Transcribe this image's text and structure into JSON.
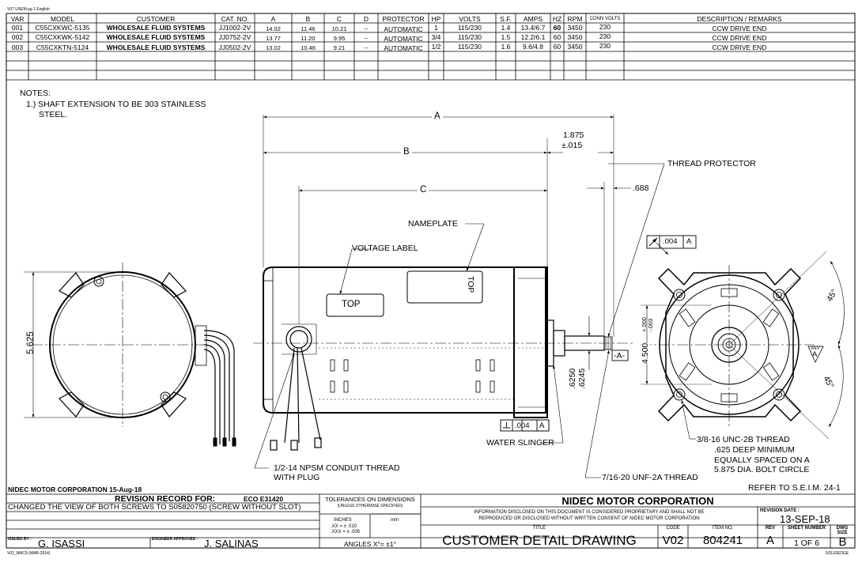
{
  "header_tag": "V07 USEM pg 1 English",
  "table": {
    "headers": [
      "VAR",
      "MODEL",
      "CUSTOMER",
      "CAT. NO.",
      "A",
      "B",
      "C",
      "D",
      "PROTECTOR",
      "HP",
      "VOLTS",
      "S.F.",
      "AMPS",
      "HZ",
      "RPM",
      "CONN VOLTS",
      "DESCRIPTION / REMARKS"
    ],
    "rows": [
      [
        "001",
        "C55CXKWC-5135",
        "WHOLESALE FLUID SYSTEMS",
        "JJ1002-2V",
        "14.02",
        "11.46",
        "10.21",
        "--",
        "AUTOMATIC",
        "1",
        "115/230",
        "1.4",
        "13.4/6.7",
        "60",
        "3450",
        "230",
        "CCW DRIVE END"
      ],
      [
        "002",
        "C55CXKWK-5142",
        "WHOLESALE FLUID SYSTEMS",
        "JJ0752-2V",
        "13.77",
        "11.20",
        "9.95",
        "--",
        "AUTOMATIC",
        "3/4",
        "115/230",
        "1.5",
        "12.2/6.1",
        "60",
        "3450",
        "230",
        "CCW DRIVE END"
      ],
      [
        "003",
        "C55CXKTN-5124",
        "WHOLESALE FLUID SYSTEMS",
        "JJ0502-2V",
        "13.02",
        "10.46",
        "9.21",
        "--",
        "AUTOMATIC",
        "1/2",
        "115/230",
        "1.6",
        "9.6/4.8",
        "60",
        "3450",
        "230",
        "CCW DRIVE END"
      ]
    ]
  },
  "notes": {
    "title": "NOTES:",
    "line1": "1.) SHAFT EXTENSION TO BE 303 STAINLESS",
    "line2": "STEEL."
  },
  "dims": {
    "A": "A",
    "B": "B",
    "C": "C",
    "shaft_len_1": "1.875",
    "shaft_len_2": "±.015",
    "d688": ".688",
    "d5625": "5.625",
    "d6250": ".6250",
    "d6245": ".6245",
    "d4500": "4.500",
    "tol_plus": "+.000",
    "tol_minus": "-.003",
    "angle1": "45°",
    "angle2": "45°",
    "datum_A": "-A-",
    "fcf1_val": ".004",
    "fcf1_ref": "A",
    "fcf2_val": ".004",
    "fcf2_ref": "A",
    "rev_tag_top": "REV",
    "rev_tag_letter": "A"
  },
  "labels": {
    "thread_protector": "THREAD PROTECTOR",
    "nameplate": "NAMEPLATE",
    "voltage_label": "VOLTAGE LABEL",
    "top1": "TOP",
    "top2": "TOP",
    "water_slinger": "WATER SLINGER",
    "conduit_1": "1/2-14 NPSM CONDUIT THREAD",
    "conduit_2": "WITH PLUG",
    "unf": "7/16-20 UNF-2A THREAD",
    "unc_1": "3/8-16 UNC-2B THREAD",
    "unc_2": ".625 DEEP MINIMUM",
    "unc_3": "EQUALLY SPACED ON A",
    "unc_4": "5.875 DIA. BOLT CIRCLE",
    "seim": "REFER TO S.E.I.M. 24-1"
  },
  "title_block": {
    "company_date": "NIDEC MOTOR CORPORATION 15-Aug-18",
    "revision_record_label": "REVISION RECORD FOR:",
    "eco": "ECO E31420",
    "revision_text": "CHANGED THE VIEW OF BOTH SCREWS TO S05820750 (SCREW WITHOUT SLOT)",
    "tolerances_title": "TOLERANCES ON DIMENSIONS",
    "tolerances_sub": "(UNLESS OTHERWISE SPECIFIED)",
    "inches": "INCHES",
    "mm": "mm",
    "tol_xx": ".XX = ± .010",
    "tol_xxx": ".XXX = ± .005",
    "angles": "ANGLES  X°= ±1°",
    "company": "NIDEC MOTOR CORPORATION",
    "disclaimer_1": "INFORMATION DISCLOSED ON THIS DOCUMENT IS CONSIDERED PROPRIETARY AND SHALL NOT BE",
    "disclaimer_2": "REPRODUCED OR DISCLOSED WITHOUT WRITTEN CONSENT OF NIDEC MOTOR CORPORATION",
    "rev_date_label": "REVISION DATE :",
    "rev_date": "13-SEP-18",
    "title_label": "TITLE",
    "title": "CUSTOMER DETAIL DRAWING",
    "code_label": "CODE",
    "code": "V02",
    "item_label": "ITEM NO.",
    "item": "804241",
    "rev_label": "REV",
    "rev": "A",
    "sheet_label": "SHEET NUMBER",
    "sheet": "1 OF 6",
    "dwg_size_label": "DWG SIZE",
    "dwg_size": "B",
    "issued_label": "ISSUED BY :",
    "issued": "G. ISASSI",
    "engineer_label": "ENGINEER APPROVED :",
    "engineer": "J. SALINAS",
    "footer_left": "V02_NMC9 (MAR-2014)",
    "footer_right": "SOLIDEDGE"
  }
}
